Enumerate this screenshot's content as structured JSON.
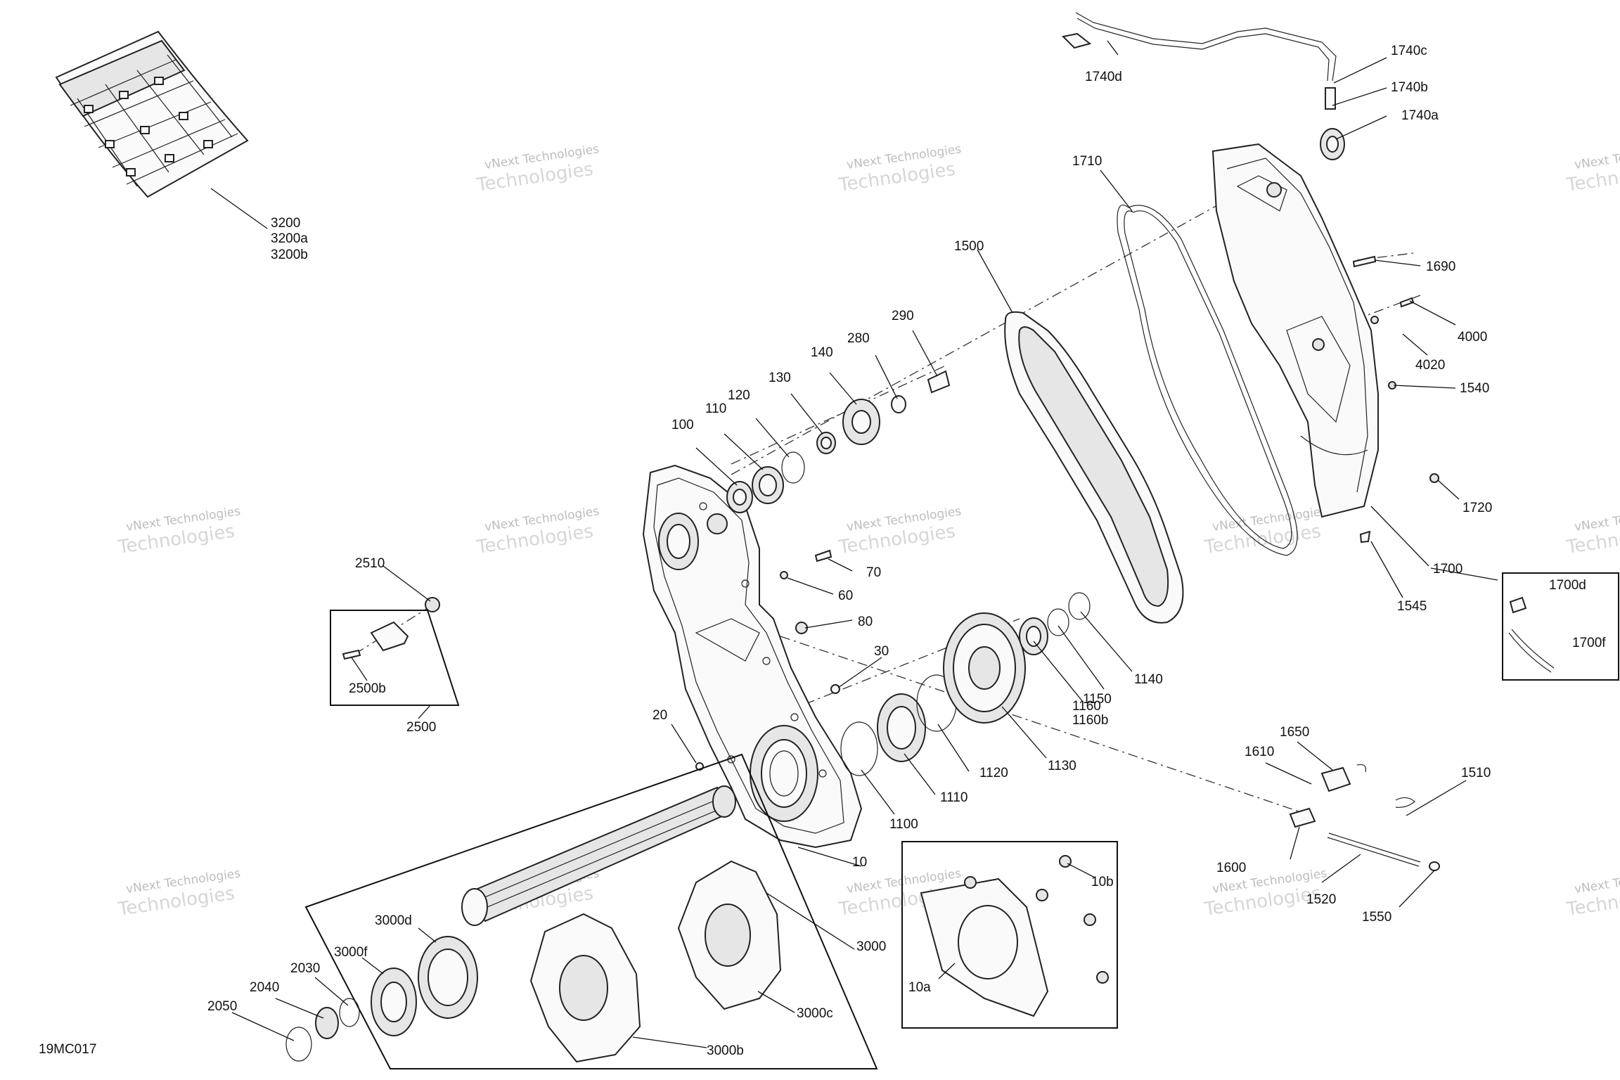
{
  "diagram_code": "19MC017",
  "watermark": {
    "line1": "vNext Technologies",
    "line2": "Technologies"
  },
  "callouts": [
    {
      "id": "c-3200",
      "text": "3200"
    },
    {
      "id": "c-3200a",
      "text": "3200a"
    },
    {
      "id": "c-3200b",
      "text": "3200b"
    },
    {
      "id": "c-1740d",
      "text": "1740d"
    },
    {
      "id": "c-1740c",
      "text": "1740c"
    },
    {
      "id": "c-1740b",
      "text": "1740b"
    },
    {
      "id": "c-1740a",
      "text": "1740a"
    },
    {
      "id": "c-1710",
      "text": "1710"
    },
    {
      "id": "c-1500",
      "text": "1500"
    },
    {
      "id": "c-1690",
      "text": "1690"
    },
    {
      "id": "c-4000",
      "text": "4000"
    },
    {
      "id": "c-4020",
      "text": "4020"
    },
    {
      "id": "c-1540",
      "text": "1540"
    },
    {
      "id": "c-1720",
      "text": "1720"
    },
    {
      "id": "c-1700",
      "text": "1700"
    },
    {
      "id": "c-1700d",
      "text": "1700d"
    },
    {
      "id": "c-1700f",
      "text": "1700f"
    },
    {
      "id": "c-1545",
      "text": "1545"
    },
    {
      "id": "c-290",
      "text": "290"
    },
    {
      "id": "c-280",
      "text": "280"
    },
    {
      "id": "c-140",
      "text": "140"
    },
    {
      "id": "c-130",
      "text": "130"
    },
    {
      "id": "c-120",
      "text": "120"
    },
    {
      "id": "c-110",
      "text": "110"
    },
    {
      "id": "c-100",
      "text": "100"
    },
    {
      "id": "c-70",
      "text": "70"
    },
    {
      "id": "c-60",
      "text": "60"
    },
    {
      "id": "c-80",
      "text": "80"
    },
    {
      "id": "c-30",
      "text": "30"
    },
    {
      "id": "c-20",
      "text": "20"
    },
    {
      "id": "c-10",
      "text": "10"
    },
    {
      "id": "c-10b",
      "text": "10b"
    },
    {
      "id": "c-10a",
      "text": "10a"
    },
    {
      "id": "c-2510",
      "text": "2510"
    },
    {
      "id": "c-2500b",
      "text": "2500b"
    },
    {
      "id": "c-2500",
      "text": "2500"
    },
    {
      "id": "c-1140",
      "text": "1140"
    },
    {
      "id": "c-1150",
      "text": "1150"
    },
    {
      "id": "c-1160",
      "text": "1160"
    },
    {
      "id": "c-1160b",
      "text": "1160b"
    },
    {
      "id": "c-1130",
      "text": "1130"
    },
    {
      "id": "c-1120",
      "text": "1120"
    },
    {
      "id": "c-1110",
      "text": "1110"
    },
    {
      "id": "c-1100",
      "text": "1100"
    },
    {
      "id": "c-1650",
      "text": "1650"
    },
    {
      "id": "c-1610",
      "text": "1610"
    },
    {
      "id": "c-1510",
      "text": "1510"
    },
    {
      "id": "c-1600",
      "text": "1600"
    },
    {
      "id": "c-1520",
      "text": "1520"
    },
    {
      "id": "c-1550",
      "text": "1550"
    },
    {
      "id": "c-3000",
      "text": "3000"
    },
    {
      "id": "c-3000d",
      "text": "3000d"
    },
    {
      "id": "c-3000f",
      "text": "3000f"
    },
    {
      "id": "c-3000c",
      "text": "3000c"
    },
    {
      "id": "c-3000b",
      "text": "3000b"
    },
    {
      "id": "c-2030",
      "text": "2030"
    },
    {
      "id": "c-2040",
      "text": "2040"
    },
    {
      "id": "c-2050",
      "text": "2050"
    }
  ]
}
